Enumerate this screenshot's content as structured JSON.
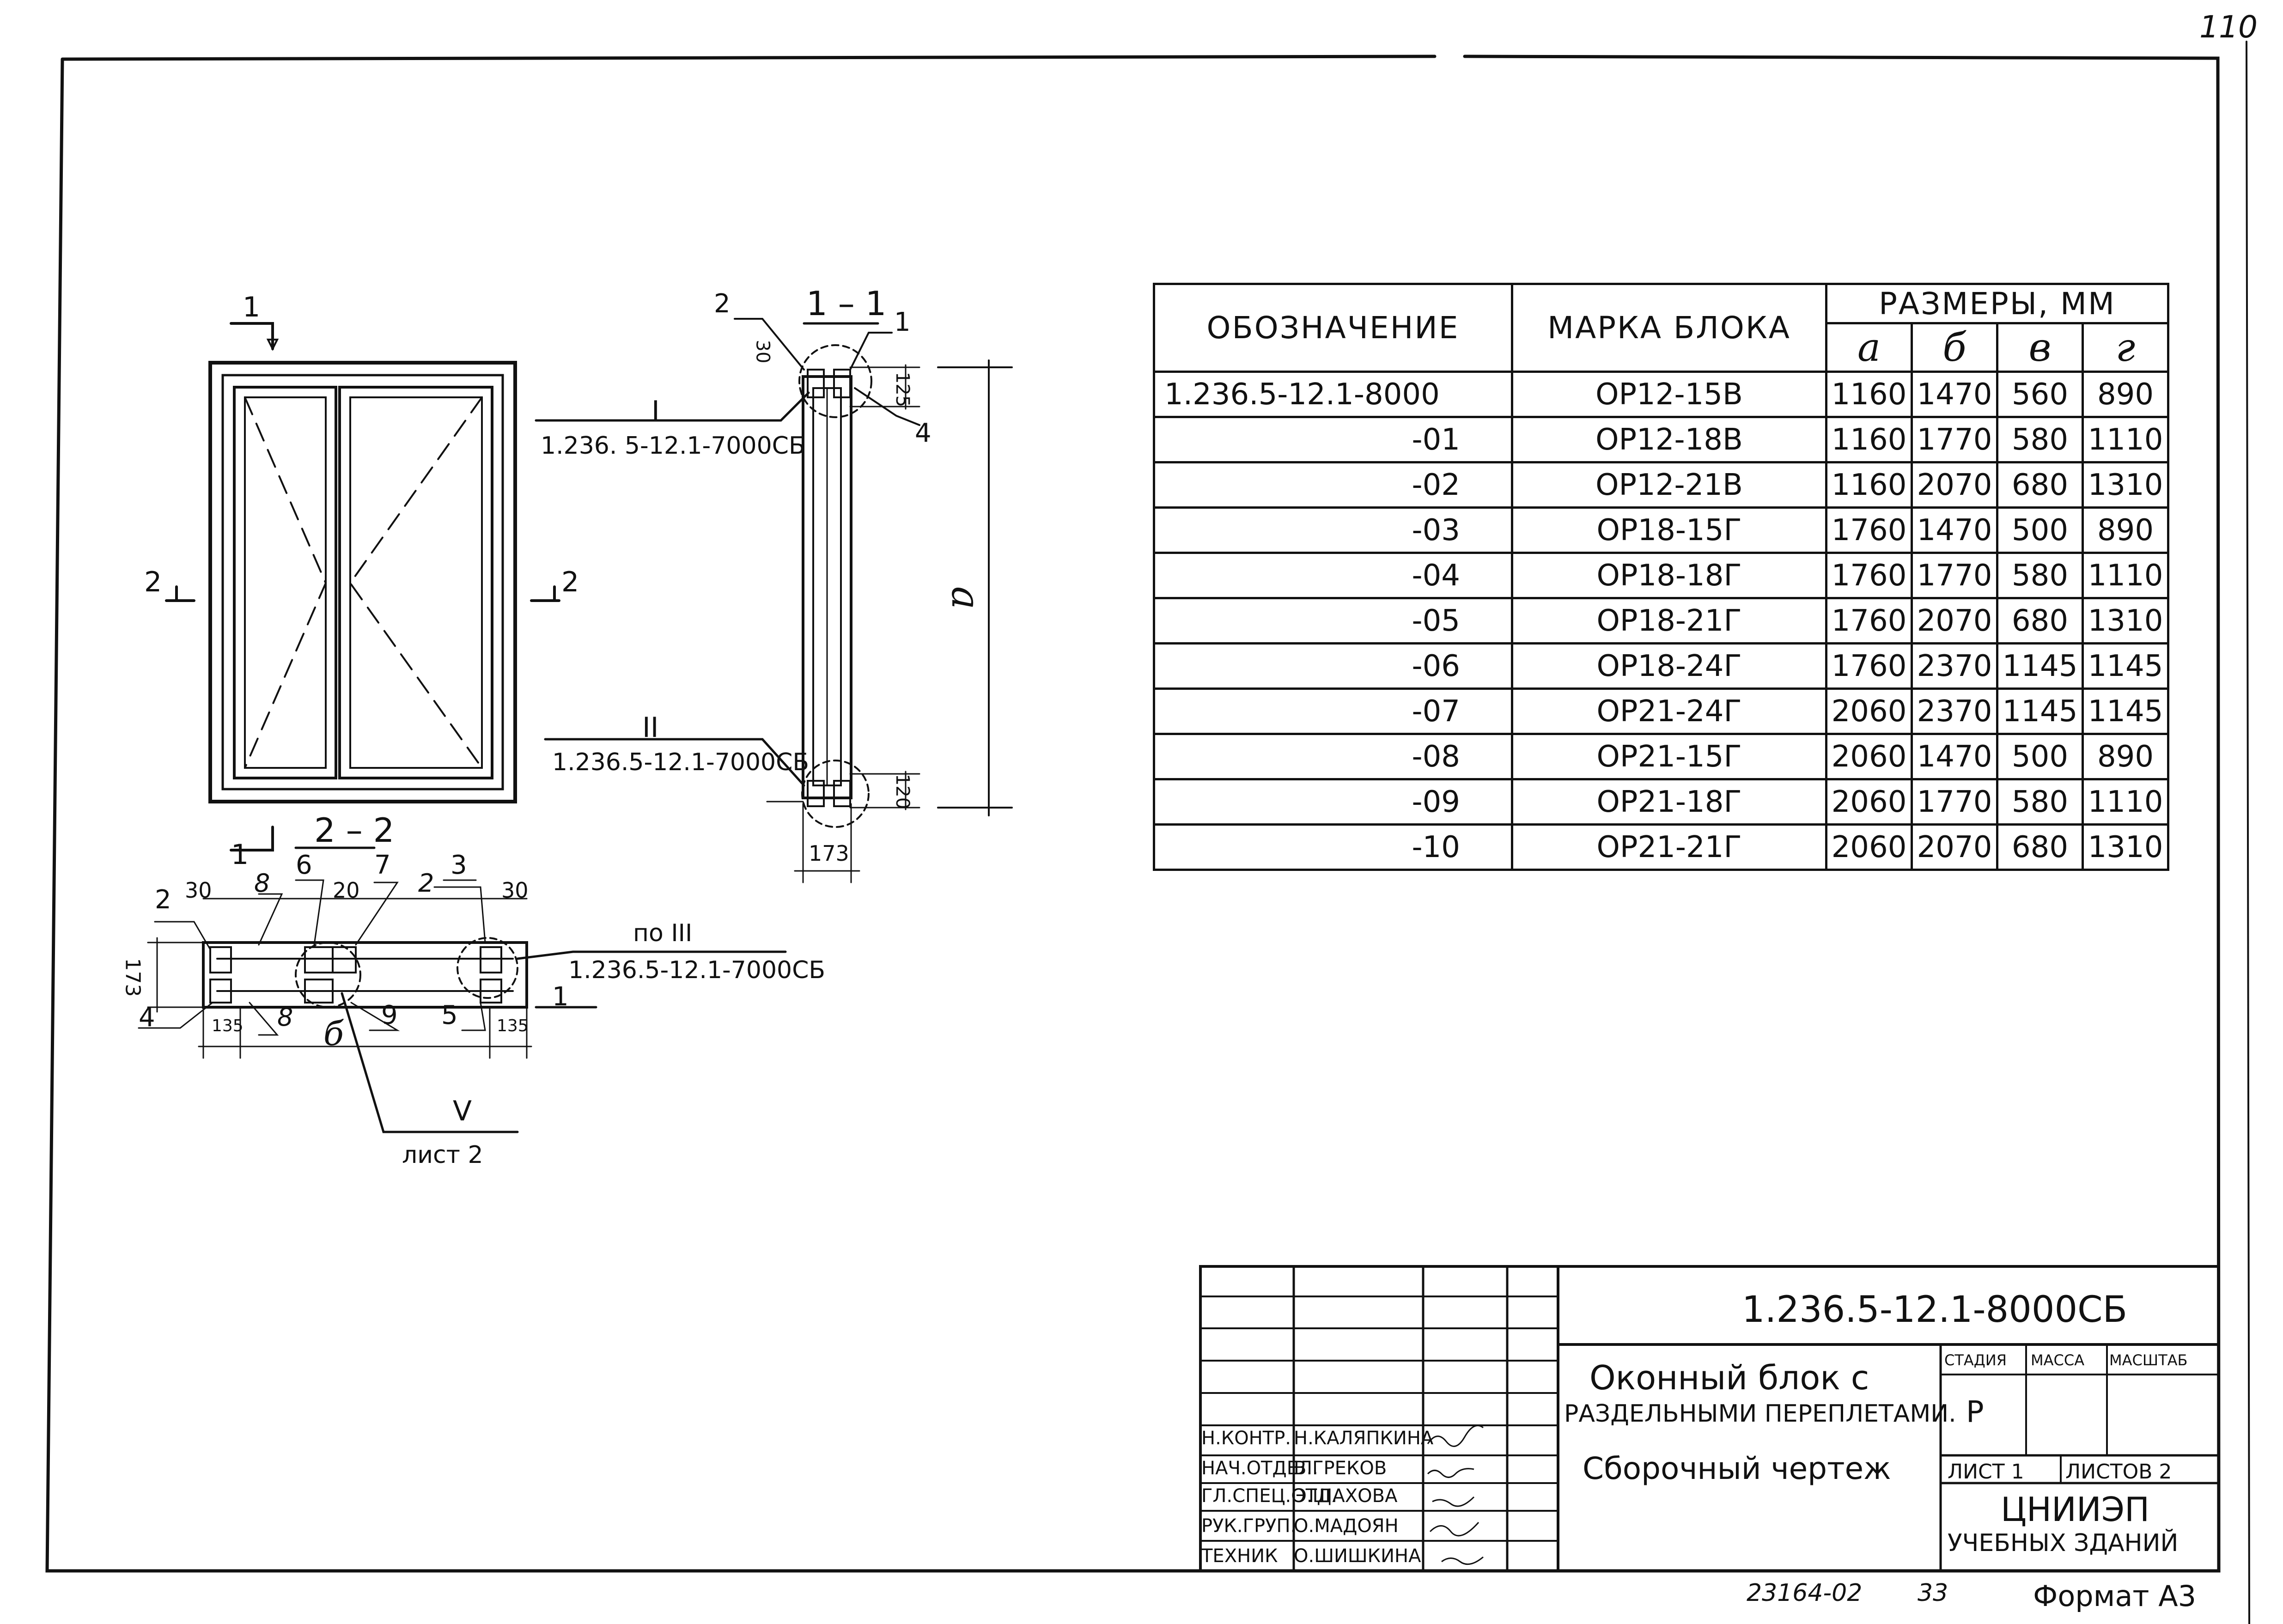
{
  "page_number": "110",
  "drawing": {
    "section_1_1_label": "1 – 1",
    "section_2_2_label": "2 – 2",
    "cut_marks": [
      "1",
      "1",
      "2",
      "2"
    ],
    "callouts": [
      {
        "num": "I",
        "ref": "1.236. 5-12.1-7000СБ"
      },
      {
        "num": "II",
        "ref": "1.236.5-12.1-7000СБ"
      },
      {
        "num": "по III",
        "ref": "1.236.5-12.1-7000СБ"
      },
      {
        "num": "V",
        "ref": "лист 2"
      }
    ],
    "section_1_1_dims": [
      "30",
      "125",
      "120",
      "173",
      "a"
    ],
    "section_1_1_items": [
      "2",
      "1",
      "4"
    ],
    "section_2_2_dims": [
      "30",
      "20",
      "30",
      "173",
      "135",
      "135",
      "б"
    ],
    "section_2_2_items": [
      "2",
      "8",
      "6",
      "7",
      "2",
      "3",
      "4",
      "8",
      "9",
      "5",
      "1"
    ]
  },
  "spec_table": {
    "headers": {
      "designation": "ОБОЗНАЧЕНИЕ",
      "block_mark": "МАРКА БЛОКА",
      "sizes": "РАЗМЕРЫ, ММ",
      "cols": [
        "а",
        "б",
        "в",
        "г"
      ]
    },
    "rows": [
      {
        "designation": "1.236.5-12.1-8000",
        "mark": "ОР12-15В",
        "a": "1160",
        "b": "1470",
        "v": "560",
        "g": "890"
      },
      {
        "designation": "-01",
        "mark": "ОР12-18В",
        "a": "1160",
        "b": "1770",
        "v": "580",
        "g": "1110"
      },
      {
        "designation": "-02",
        "mark": "ОР12-21В",
        "a": "1160",
        "b": "2070",
        "v": "680",
        "g": "1310"
      },
      {
        "designation": "-03",
        "mark": "ОР18-15Г",
        "a": "1760",
        "b": "1470",
        "v": "500",
        "g": "890"
      },
      {
        "designation": "-04",
        "mark": "ОР18-18Г",
        "a": "1760",
        "b": "1770",
        "v": "580",
        "g": "1110"
      },
      {
        "designation": "-05",
        "mark": "ОР18-21Г",
        "a": "1760",
        "b": "2070",
        "v": "680",
        "g": "1310"
      },
      {
        "designation": "-06",
        "mark": "ОР18-24Г",
        "a": "1760",
        "b": "2370",
        "v": "1145",
        "g": "1145"
      },
      {
        "designation": "-07",
        "mark": "ОР21-24Г",
        "a": "2060",
        "b": "2370",
        "v": "1145",
        "g": "1145"
      },
      {
        "designation": "-08",
        "mark": "ОР21-15Г",
        "a": "2060",
        "b": "1470",
        "v": "500",
        "g": "890"
      },
      {
        "designation": "-09",
        "mark": "ОР21-18Г",
        "a": "2060",
        "b": "1770",
        "v": "580",
        "g": "1110"
      },
      {
        "designation": "-10",
        "mark": "ОР21-21Г",
        "a": "2060",
        "b": "2070",
        "v": "680",
        "g": "1310"
      }
    ]
  },
  "title_block": {
    "doc_code": "1.236.5-12.1-8000СБ",
    "title_line1": "Оконный блок с",
    "title_line2": "РАЗДЕЛЬНЫМИ ПЕРЕПЛЕТАМИ.",
    "title_line3": "Сборочный чертеж",
    "stage_label": "СТАДИЯ",
    "mass_label": "МАССА",
    "scale_label": "МАСШТАБ",
    "stage_value": "Р",
    "sheet_label": "ЛИСТ 1",
    "sheets_label": "ЛИСТОВ 2",
    "org_line1": "ЦНИИЭП",
    "org_line2": "УЧЕБНЫХ ЗДАНИЙ",
    "signatures": [
      {
        "role": "Н.КОНТР.",
        "name": "Н.КАЛЯПКИНА"
      },
      {
        "role": "НАЧ.ОТДЕЛ.",
        "name": "В.ГРЕКОВ"
      },
      {
        "role": "ГЛ.СПЕЦ.ОТД.",
        "name": "Э.ШАХОВА"
      },
      {
        "role": "РУК.ГРУП.",
        "name": "О.МАДОЯН"
      },
      {
        "role": "ТЕХНИК",
        "name": "О.ШИШКИНА"
      }
    ]
  },
  "footer": {
    "inventory": "23164-02",
    "sheet_no": "33",
    "format": "Формат А3"
  }
}
